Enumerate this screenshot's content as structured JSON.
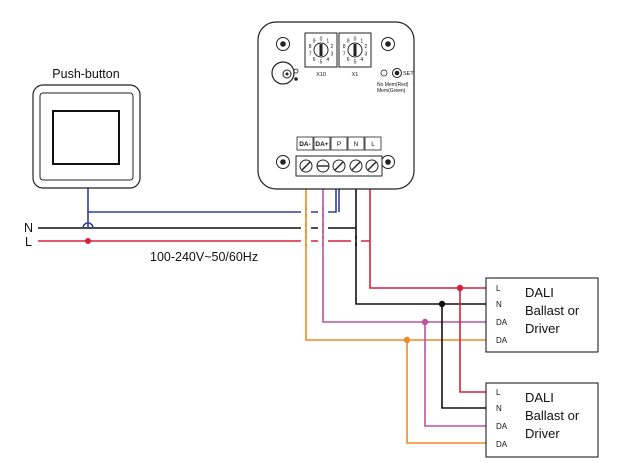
{
  "push_button": {
    "title": "Push-button"
  },
  "mains": {
    "n_label": "N",
    "l_label": "L",
    "voltage": "100-240V~50/60Hz"
  },
  "controller": {
    "rotary_x10_label": "X10",
    "rotary_x1_label": "X1",
    "rotary_digits": [
      "0",
      "1",
      "2",
      "3",
      "4",
      "5",
      "6",
      "7",
      "8",
      "9"
    ],
    "set_label": "SET",
    "status_line1": "No Mem(Red)",
    "status_line2": "Mem(Green)",
    "terminals": [
      "DA-",
      "DA+",
      "P",
      "N",
      "L"
    ]
  },
  "ballasts": [
    {
      "line1": "DALI",
      "line2": "Ballast or",
      "line3": "Driver",
      "pins": [
        "L",
        "N",
        "DA",
        "DA"
      ]
    },
    {
      "line1": "DALI",
      "line2": "Ballast or",
      "line3": "Driver",
      "pins": [
        "L",
        "N",
        "DA",
        "DA"
      ]
    }
  ],
  "colors": {
    "live": "#d8203a",
    "neutral": "#111111",
    "push": "#2e3f9e",
    "da_minus": "#ef8a24",
    "da_plus": "#b8559f"
  }
}
